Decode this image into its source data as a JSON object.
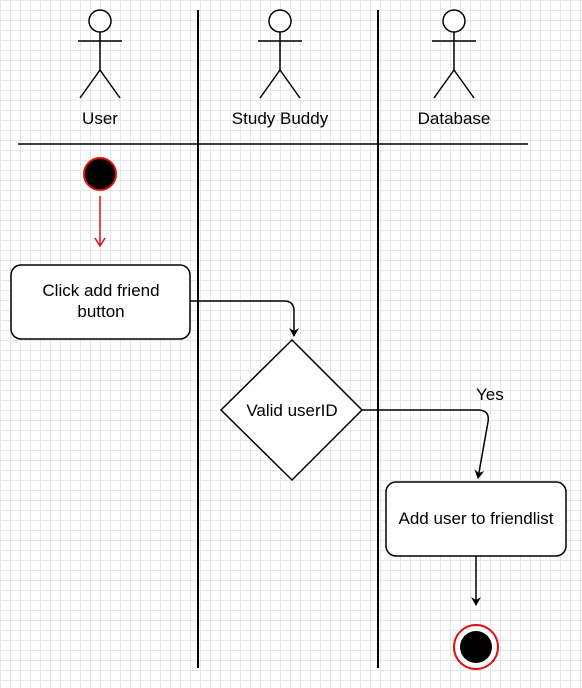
{
  "lanes": [
    {
      "label": "User"
    },
    {
      "label": "Study Buddy"
    },
    {
      "label": "Database"
    }
  ],
  "nodes": {
    "click_add_friend": {
      "lines": [
        "Click add friend",
        "button"
      ]
    },
    "valid_user_id": {
      "label": "Valid userID"
    },
    "add_to_friendlist": {
      "label": "Add user to friendlist"
    }
  },
  "edges": {
    "yes_label": "Yes"
  },
  "colors": {
    "start_fill": "#000000",
    "start_stroke": "#e01010",
    "start_arrow": "#e01010",
    "line": "#000000"
  }
}
